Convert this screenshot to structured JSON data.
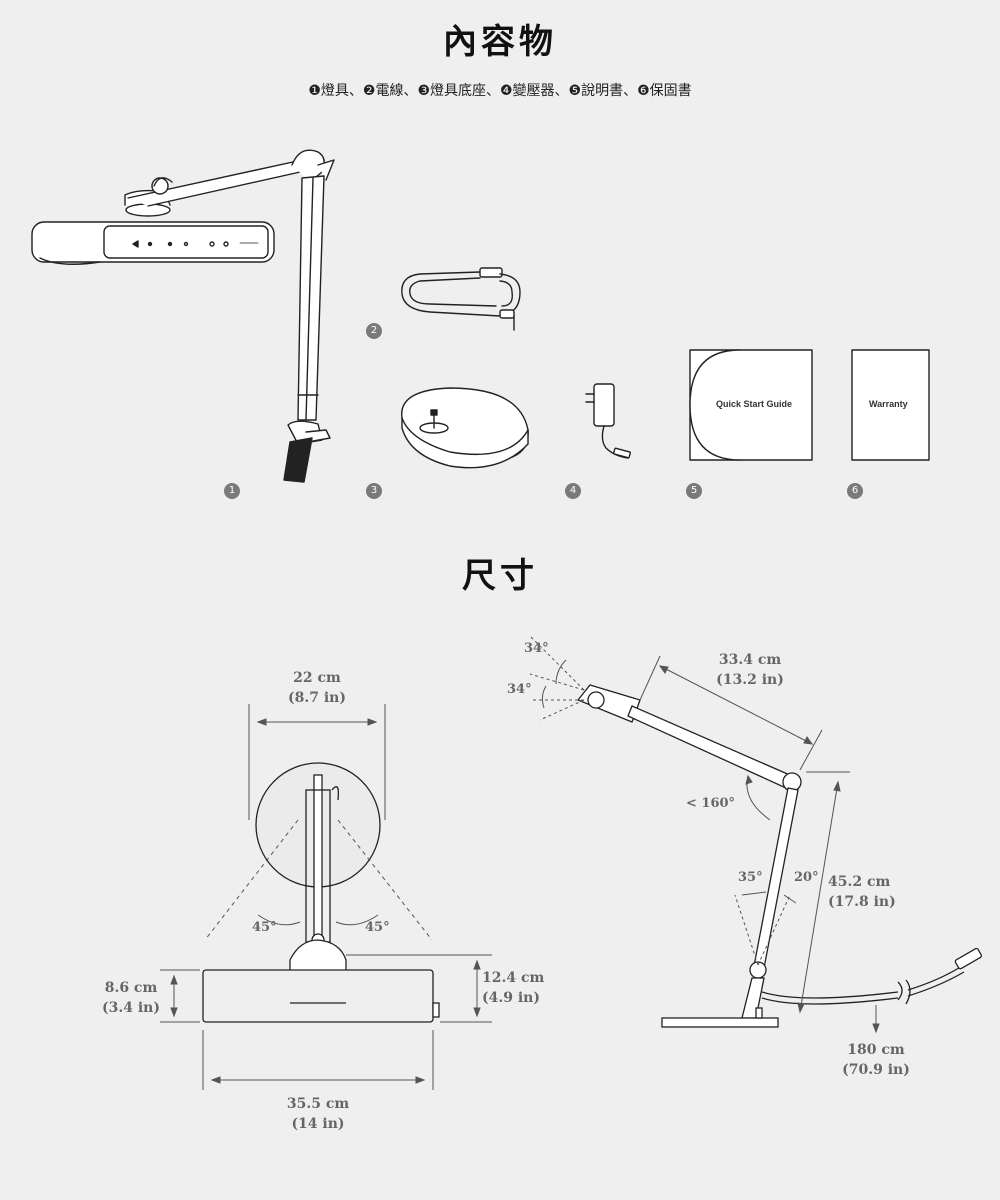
{
  "contents": {
    "title": "內容物",
    "list": "❶燈具、❷電線、❸燈具底座、❹變壓器、❺說明書、❻保固書",
    "badges": [
      "1",
      "2",
      "3",
      "4",
      "5",
      "6"
    ],
    "quick_start_label": "Quick Start Guide",
    "warranty_label": "Warranty"
  },
  "dimensions": {
    "title": "尺寸",
    "width_cm": "22 cm",
    "width_in": "(8.7 in)",
    "base_height_cm": "8.6 cm",
    "base_height_in": "(3.4 in)",
    "holder_height_cm": "12.4 cm",
    "holder_height_in": "(4.9 in)",
    "base_width_cm": "35.5 cm",
    "base_width_in": "(14 in)",
    "angle_left": "45°",
    "angle_right": "45°",
    "arm_length_cm": "33.4 cm",
    "arm_length_in": "(13.2 in)",
    "tilt_up": "34°",
    "tilt_down": "34°",
    "elbow_angle": "< 160°",
    "pole_angle_back": "35°",
    "pole_angle_fwd": "20°",
    "pole_length_cm": "45.2 cm",
    "pole_length_in": "(17.8 in)",
    "cord_length_cm": "180 cm",
    "cord_length_in": "(70.9 in)"
  }
}
